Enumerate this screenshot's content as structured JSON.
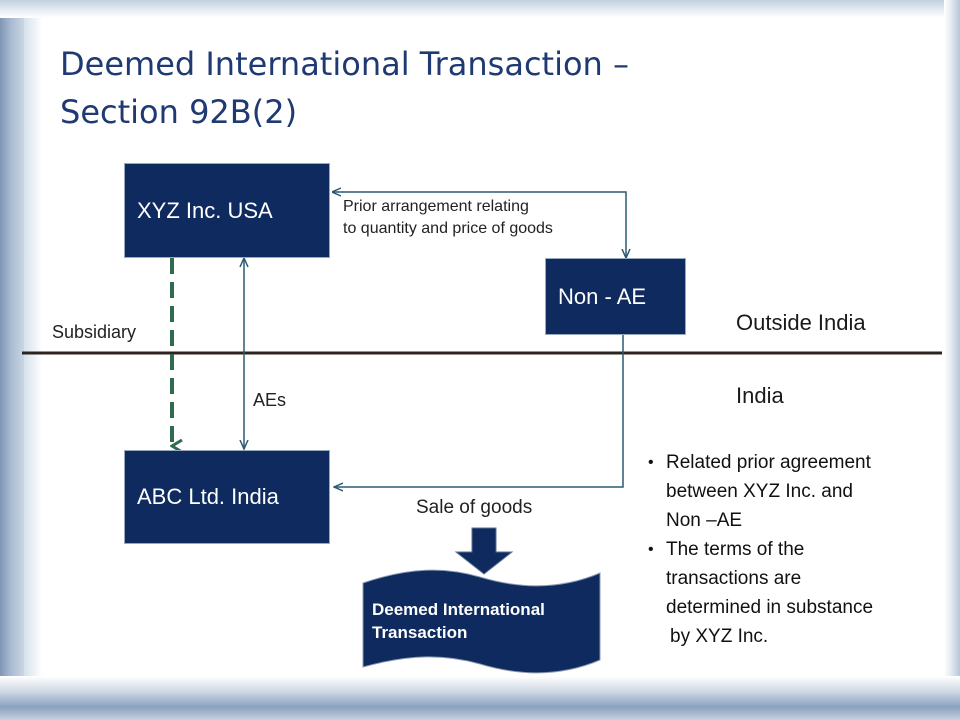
{
  "slide": {
    "title_line1": "Deemed International Transaction –",
    "title_line2": "Section 92B(2)"
  },
  "diagram": {
    "xyz_box": "XYZ Inc. USA",
    "non_ae_box": "Non - AE",
    "abc_box": "ABC Ltd. India",
    "prior_arrangement_line1": "Prior arrangement relating",
    "prior_arrangement_line2": "to quantity and price of goods",
    "subsidiary_label": "Subsidiary",
    "aes_label": "AEs",
    "outside_india_label": "Outside India",
    "india_label": "India",
    "sale_of_goods_label": "Sale of goods",
    "deemed_banner_line1": "Deemed International",
    "deemed_banner_line2": "Transaction"
  },
  "notes": {
    "bullet1_line1": "Related prior agreement",
    "bullet1_line2": "between XYZ Inc. and",
    "bullet1_line3": "Non –AE",
    "bullet2_line1": "The terms of the",
    "bullet2_line2": "transactions are",
    "bullet2_line3": "determined in substance",
    "bullet2_line4": "by XYZ Inc."
  },
  "colors": {
    "box_fill": "#0e2a5e",
    "connector": "#2d5a73",
    "subsidiary_dash": "#2f6b4f",
    "title": "#1f3a72"
  }
}
